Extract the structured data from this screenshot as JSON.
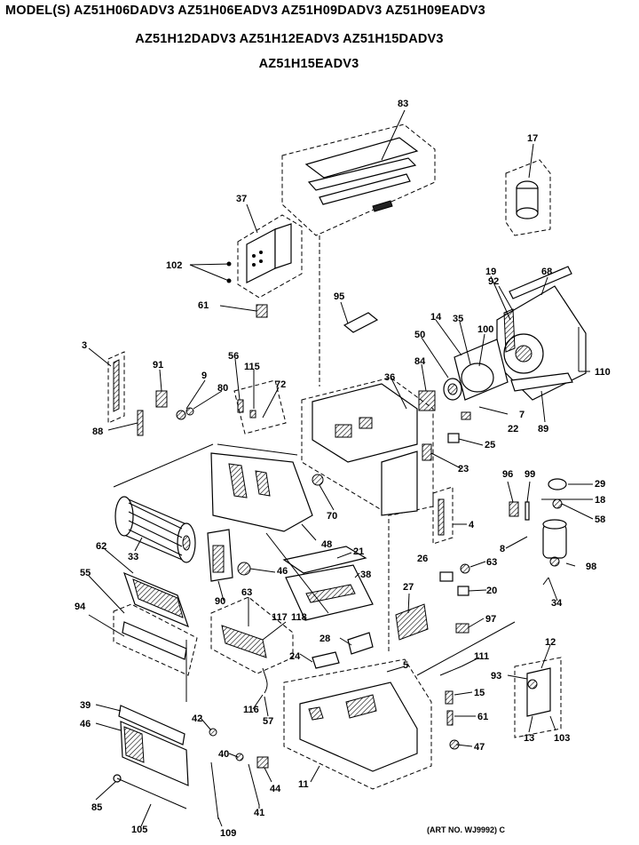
{
  "header": {
    "line1": "MODEL(S)  AZ51H06DADV3  AZ51H06EADV3  AZ51H09DADV3  AZ51H09EADV3",
    "line2": "AZ51H12DADV3  AZ51H12EADV3  AZ51H15DADV3",
    "line3": "AZ51H15EADV3"
  },
  "art_number": "(ART NO. WJ9992) C",
  "callouts": [
    "83",
    "17",
    "37",
    "102",
    "61",
    "95",
    "19",
    "68",
    "92",
    "3",
    "91",
    "9",
    "56",
    "80",
    "115",
    "72",
    "14",
    "35",
    "100",
    "110",
    "50",
    "84",
    "36",
    "7",
    "22",
    "89",
    "88",
    "25",
    "23",
    "96",
    "99",
    "29",
    "18",
    "58",
    "70",
    "4",
    "33",
    "48",
    "21",
    "8",
    "63",
    "98",
    "62",
    "46",
    "38",
    "26",
    "90",
    "55",
    "27",
    "20",
    "34",
    "63",
    "117",
    "118",
    "97",
    "94",
    "28",
    "24",
    "5",
    "111",
    "12",
    "93",
    "15",
    "61",
    "39",
    "42",
    "116",
    "57",
    "13",
    "103",
    "46",
    "47",
    "40",
    "44",
    "85",
    "105",
    "109",
    "41",
    "11"
  ]
}
